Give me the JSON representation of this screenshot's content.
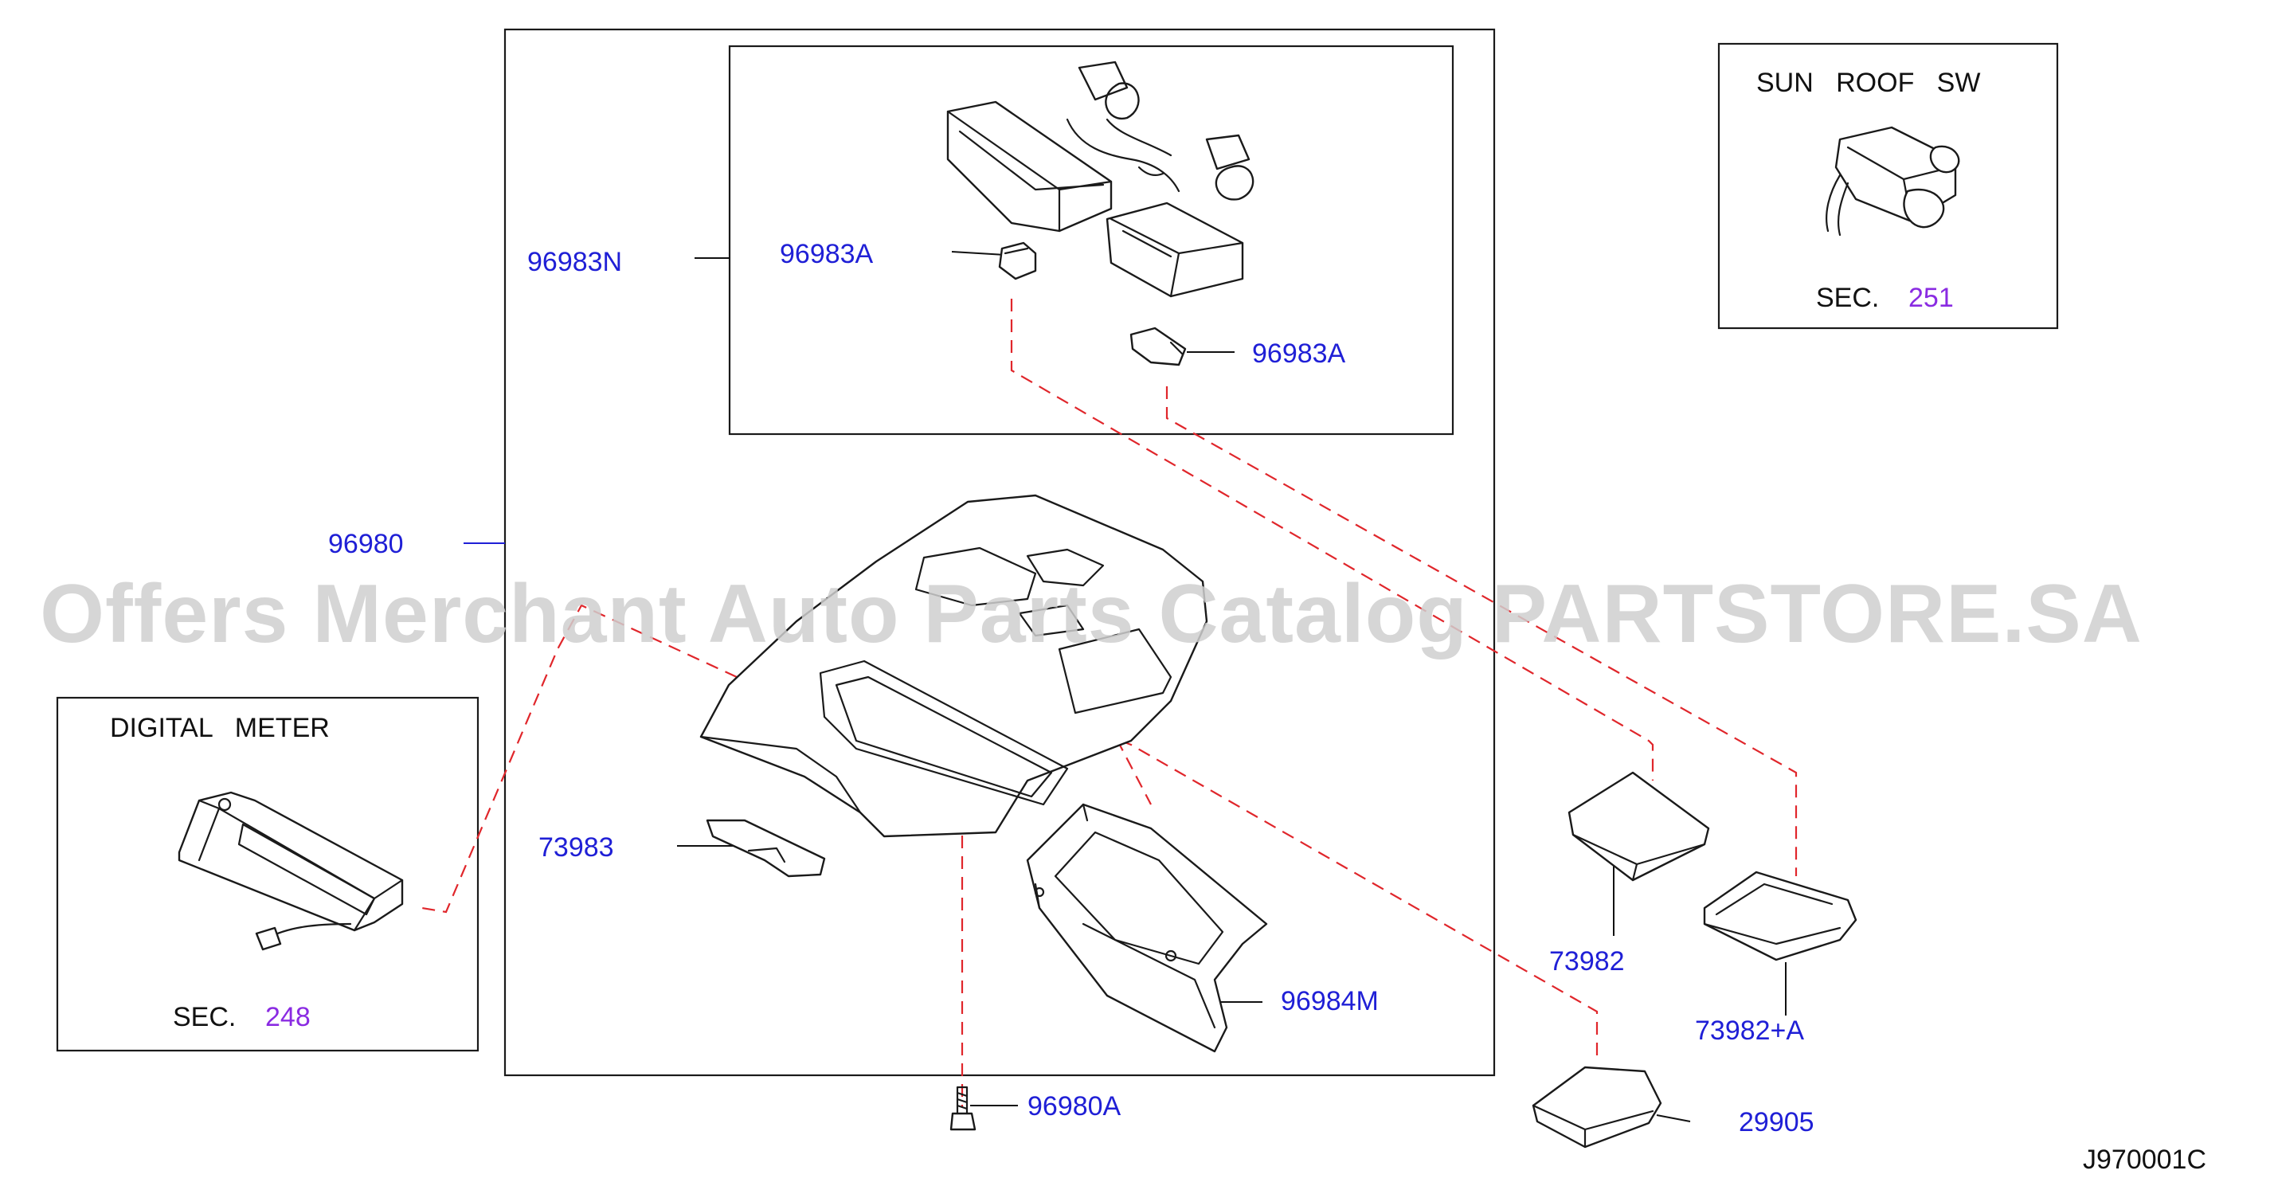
{
  "watermark": "Offers Merchant Auto Parts Catalog PARTSTORE.SA",
  "diagram_code": "J970001C",
  "parts": {
    "p96980": "96980",
    "p96983N": "96983N",
    "p96983A_left": "96983A",
    "p96983A_right": "96983A",
    "p73983": "73983",
    "p96984M": "96984M",
    "p96980A": "96980A",
    "p73982": "73982",
    "p73982A": "73982+A",
    "p29905": "29905"
  },
  "sunroof_box": {
    "title": "SUN   ROOF   SW",
    "sec_label": "SEC.",
    "sec_number": "251"
  },
  "digital_meter_box": {
    "title": "DIGITAL   METER",
    "sec_label": "SEC.",
    "sec_number": "248"
  },
  "colors": {
    "part_number": "#1f1fd6",
    "section_number": "#8a2be2",
    "dashed_leader": "#e0262b",
    "watermark": "#cfcfcf"
  }
}
